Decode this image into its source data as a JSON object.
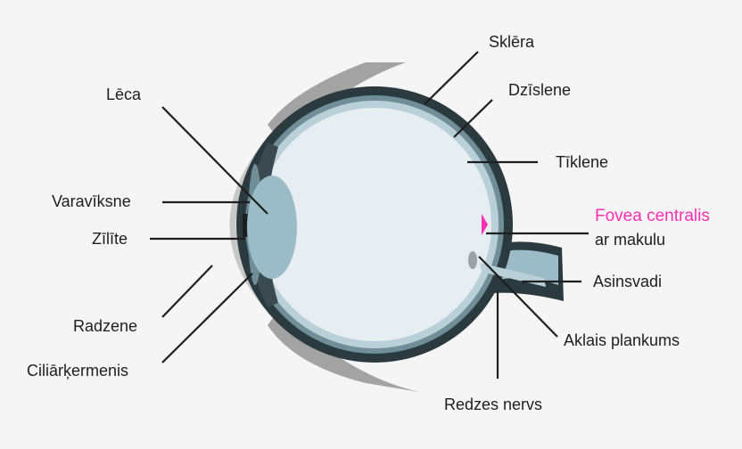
{
  "labels": {
    "sclera": "Sklēra",
    "choroid": "Dzīslene",
    "retina": "Tīklene",
    "fovea": "Fovea centralis",
    "macula": "ar makulu",
    "vessels": "Asinsvadi",
    "blind_spot": "Aklais plankums",
    "optic_nerve": "Redzes nervs",
    "lens": "Lēca",
    "iris": "Varavīksne",
    "pupil": "Zīlīte",
    "cornea": "Radzene",
    "ciliary": "Ciliārķermenis"
  },
  "colors": {
    "background": "#f5f5f5",
    "sclera": "#2b3a3f",
    "choroid": "#6f8e98",
    "retina": "#b9d0d8",
    "vitreous": "#e6eef1",
    "lens": "#9bbcc7",
    "eyelid": "#a3a3a3",
    "cornea": "#c8c8c8",
    "leader_line": "#1e1e1e",
    "fovea_accent": "#ff2fb3",
    "label_text": "#1e1e1e"
  }
}
